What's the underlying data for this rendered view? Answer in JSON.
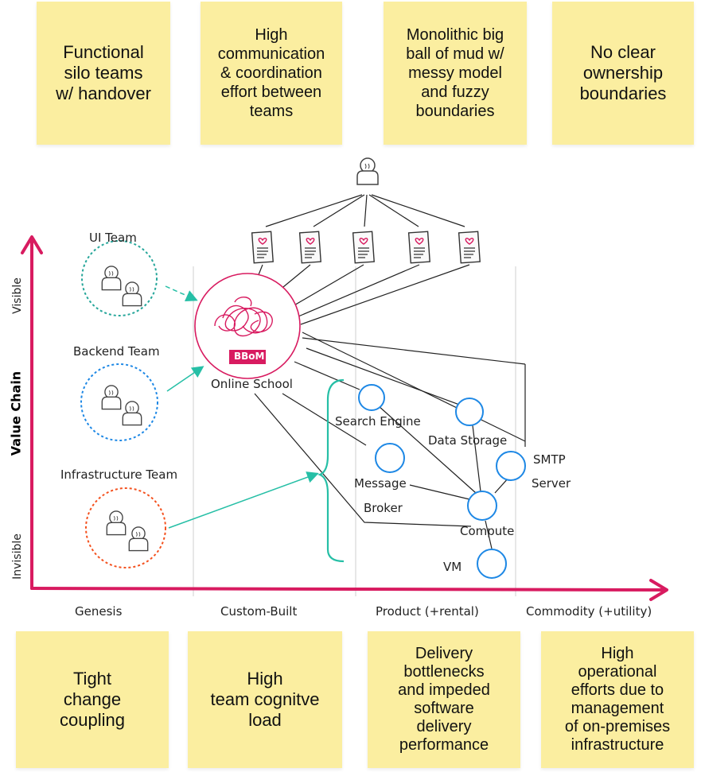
{
  "top_notes": [
    "Functional\nsilo teams\nw/ handover",
    "High\ncommunication\n& coordination\neffort between\nteams",
    "Monolithic big\nball of mud w/\nmessy model\nand fuzzy\nboundaries",
    "No clear\nownership\nboundaries"
  ],
  "bottom_notes": [
    "Tight\nchange\ncoupling",
    "High\nteam cognitve\nload",
    "Delivery\nbottlenecks\nand impeded\nsoftware\ndelivery\nperformance",
    "High\noperational\nefforts due to\nmanagement\nof on-premises\ninfrastructure"
  ],
  "axes": {
    "y_title": "Value Chain",
    "y_top": "Visible",
    "y_bottom": "Invisible",
    "x_stages": [
      "Genesis",
      "Custom-Built",
      "Product (+rental)",
      "Commodity (+utility)"
    ]
  },
  "teams": [
    "UI Team",
    "Backend Team",
    "Infrastructure Team"
  ],
  "components": {
    "monolith_badge": "BBoM",
    "online_school": "Online School",
    "search_engine": "Search Engine",
    "data_storage": "Data Storage",
    "message_broker_1": "Message",
    "message_broker_2": "Broker",
    "smtp_1": "SMTP",
    "smtp_2": "Server",
    "compute": "Compute",
    "vm": "VM"
  },
  "colors": {
    "axis": "#d81b60",
    "sticky": "#fbeea0",
    "component": "#1e88e5",
    "ui_team": "#26a69a",
    "backend_team": "#1e88e5",
    "infra_team": "#f4511e",
    "team_arrow": "#26bfa6",
    "monolith": "#d81b60"
  }
}
